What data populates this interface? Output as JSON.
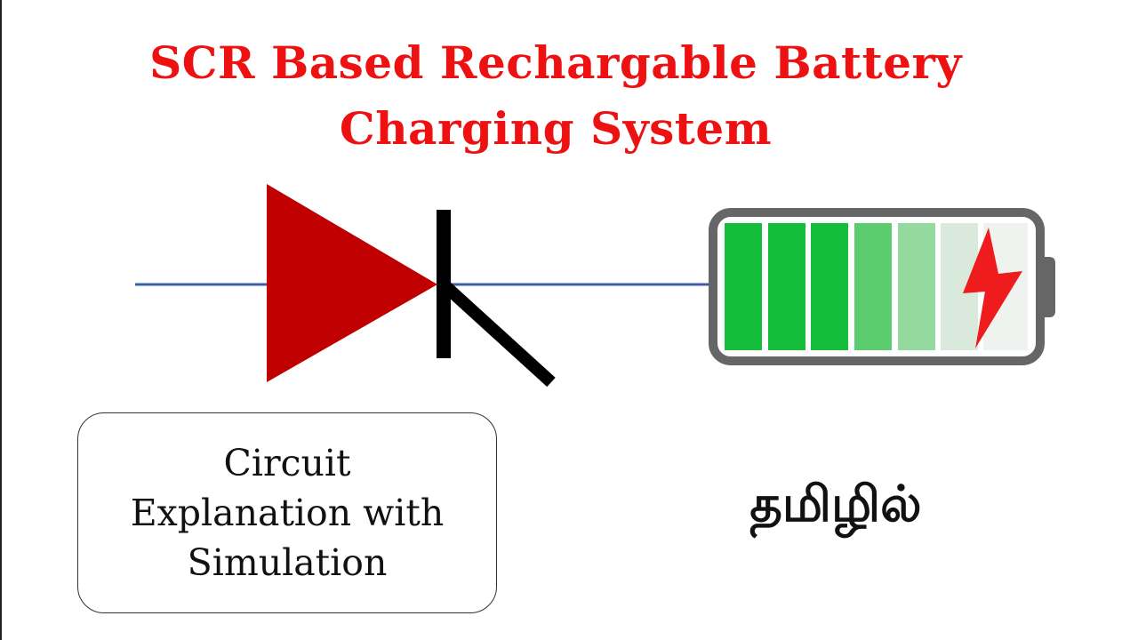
{
  "title": {
    "line1": "SCR Based Rechargable Battery",
    "line2": "Charging System"
  },
  "caption": {
    "line1": "Circuit",
    "line2": "Explanation with",
    "line3": "Simulation"
  },
  "language_label": "தமிழில்",
  "colors": {
    "title": "#ee1111",
    "scr_triangle": "#c00000",
    "wire": "#3a5fa8",
    "battery_shell": "#666666",
    "cell_full": "#14be3a",
    "cell_mid": "#5ccd6e",
    "cell_light": "#94da9f",
    "cell_empty": "#d9e9dc",
    "lightning": "#ee1c1c"
  },
  "icons": {
    "scr": "scr-thyristor-symbol",
    "battery": "battery-charging-icon",
    "lightning": "lightning-bolt-icon"
  },
  "battery_charge_cells": {
    "full": 3,
    "partial": 2,
    "faint": 1,
    "empty": 1,
    "total": 7
  }
}
